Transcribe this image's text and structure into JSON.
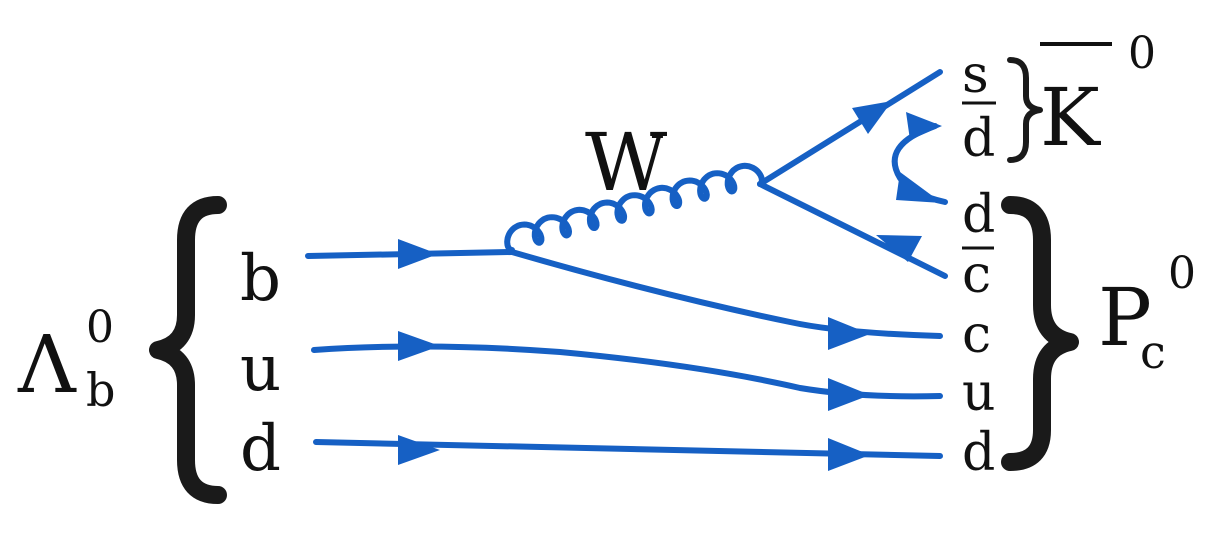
{
  "colors": {
    "line": "#1660c4",
    "text": "#111111",
    "bracket": "#1a1a1a"
  },
  "initial": {
    "particle": "Λ",
    "particle_sub": "b",
    "particle_sup": "0",
    "quarks": [
      "b",
      "u",
      "d"
    ]
  },
  "boson": {
    "label": "W",
    "charge": "-"
  },
  "kaon": {
    "quarks": [
      "s",
      "d"
    ],
    "particle": "K",
    "particle_sup": "0"
  },
  "pentaquark": {
    "quarks": [
      "d",
      "c",
      "c",
      "u",
      "d"
    ],
    "particle": "P",
    "particle_sub": "c",
    "particle_sup": "0"
  }
}
